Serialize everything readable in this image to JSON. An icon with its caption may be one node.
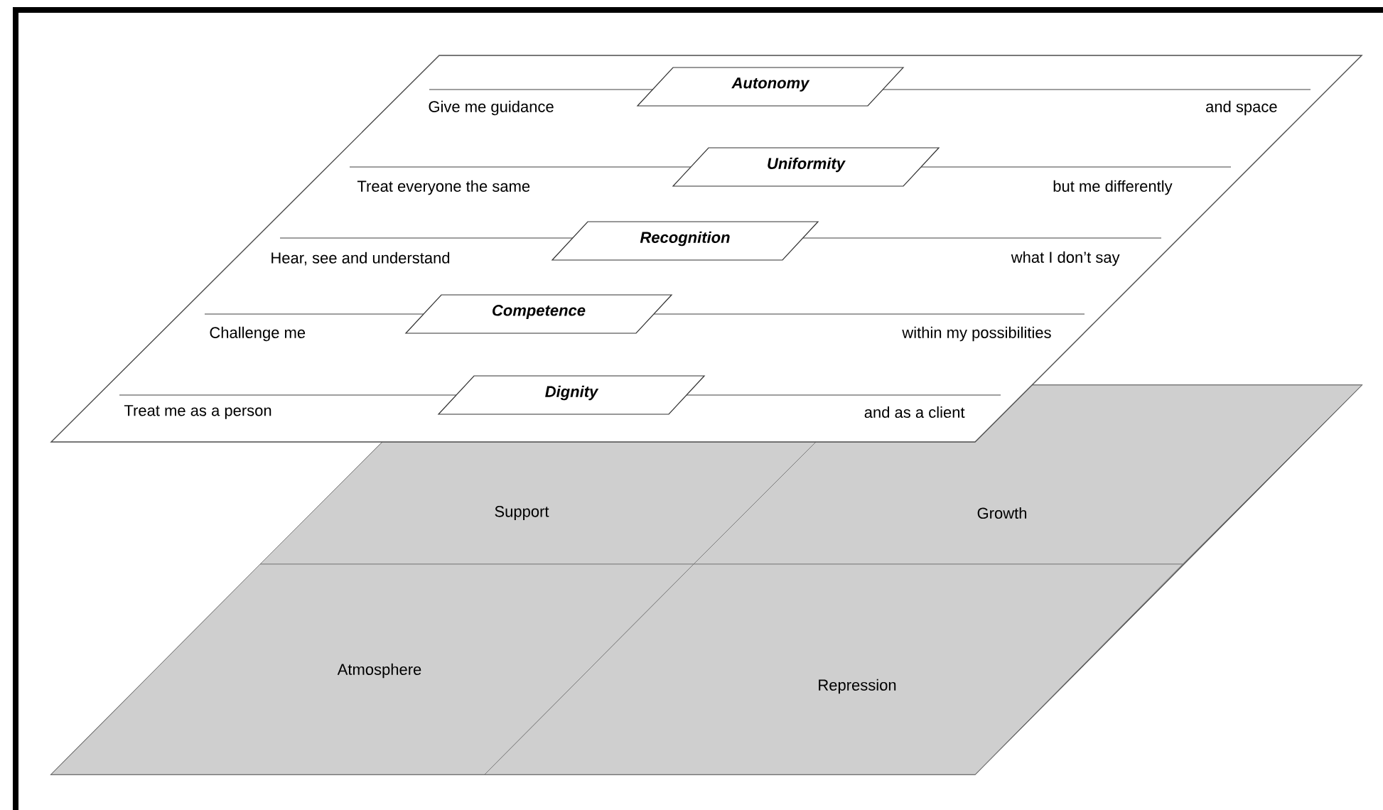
{
  "diagram": {
    "nodes": [
      {
        "text": [],
        "shape": "parallelogram"
      },
      {
        "text": [
          "Autonomy"
        ],
        "in": 0
      },
      {
        "text": [
          "Uniformity"
        ],
        "in": 0
      },
      {
        "text": [
          "Recognition"
        ],
        "in": 0
      },
      {
        "text": [
          "Competence"
        ],
        "in": 0
      },
      {
        "text": [
          "Dignity"
        ],
        "in": 0
      },
      {
        "text": [],
        "shape": "parallelogram"
      },
      {
        "text": [
          "Support"
        ],
        "in": 6
      },
      {
        "text": [
          "Growth"
        ],
        "in": 6
      },
      {
        "text": [
          "Atmosphere"
        ],
        "in": 6
      },
      {
        "text": [
          "Repression"
        ],
        "in": 6
      }
    ],
    "labels": [
      "Give me guidance",
      "and space",
      "Treat everyone the same",
      "but me differently",
      "Hear, see and understand",
      "what I don’t say",
      "Challenge me",
      "within my possibilities",
      "Treat me as a person",
      "and as a client"
    ]
  }
}
